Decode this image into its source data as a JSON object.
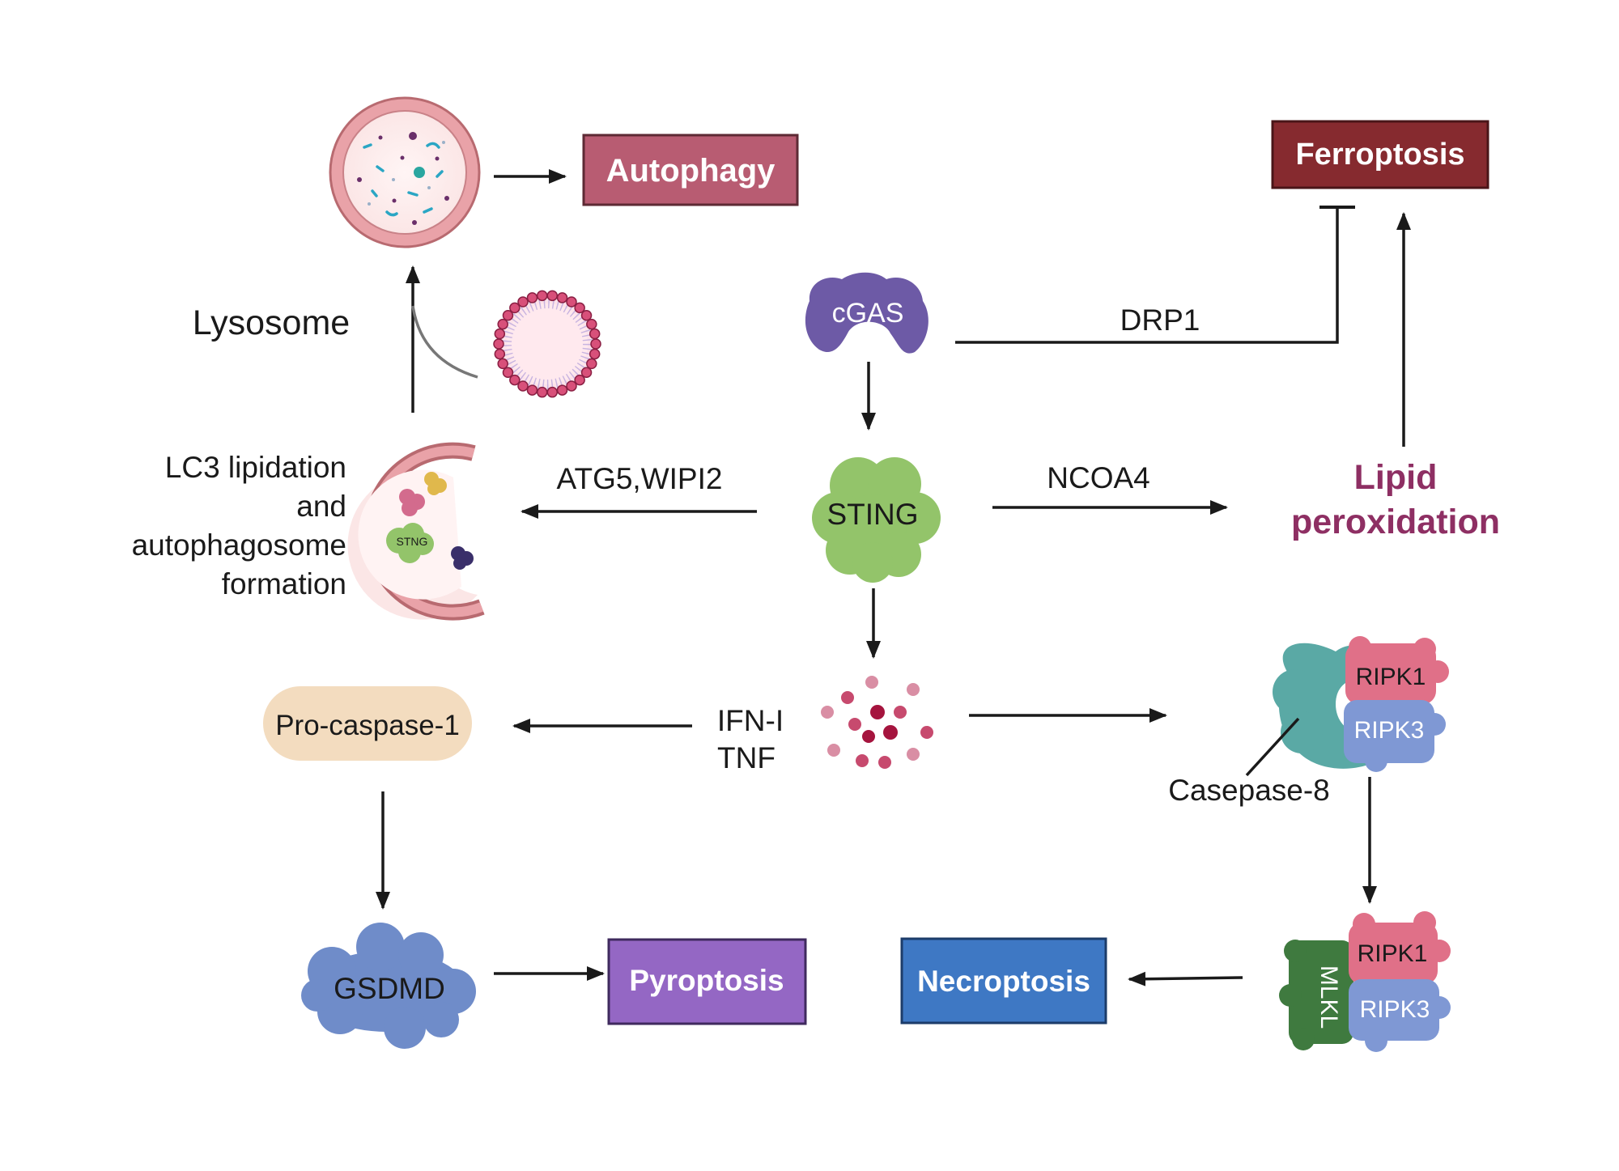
{
  "outcomes": {
    "autophagy": "Autophagy",
    "ferroptosis": "Ferroptosis",
    "pyroptosis": "Pyroptosis",
    "necroptosis": "Necroptosis"
  },
  "labels": {
    "lysosome": "Lysosome",
    "lc3_line1": "LC3 lipidation",
    "lc3_line2": "and",
    "lc3_line3": "autophagosome",
    "lc3_line4": "formation",
    "atg5_wipi2": "ATG5,WIPI2",
    "drp1": "DRP1",
    "ncoa4": "NCOA4",
    "lipid_line1": "Lipid",
    "lipid_line2": "peroxidation",
    "ifn": "IFN-I",
    "tnf": "TNF",
    "casepase8": "Casepase-8"
  },
  "proteins": {
    "cgas": "cGAS",
    "sting": "STING",
    "sting_small": "STNG",
    "pro_caspase": "Pro-caspase-1",
    "gsdmd": "GSDMD",
    "ripk1_a": "RIPK1",
    "ripk3_a": "RIPK3",
    "ripk1_b": "RIPK1",
    "ripk3_b": "RIPK3",
    "mlkl": "MLKL"
  },
  "colors": {
    "autophagy": "#b85c72",
    "ferroptosis": "#862a2f",
    "pyroptosis": "#9467c4",
    "necroptosis": "#3e78c4",
    "lipid": "#8e2f63",
    "cgas": "#6d5aa6",
    "sting": "#93c46a",
    "gsdmd": "#6f8cc9",
    "ripk1": "#e07088",
    "ripk3": "#7f98d4",
    "casp8": "#5aa9a5",
    "mlkl": "#3f7a3f",
    "procasp": "#f3dcbf"
  }
}
